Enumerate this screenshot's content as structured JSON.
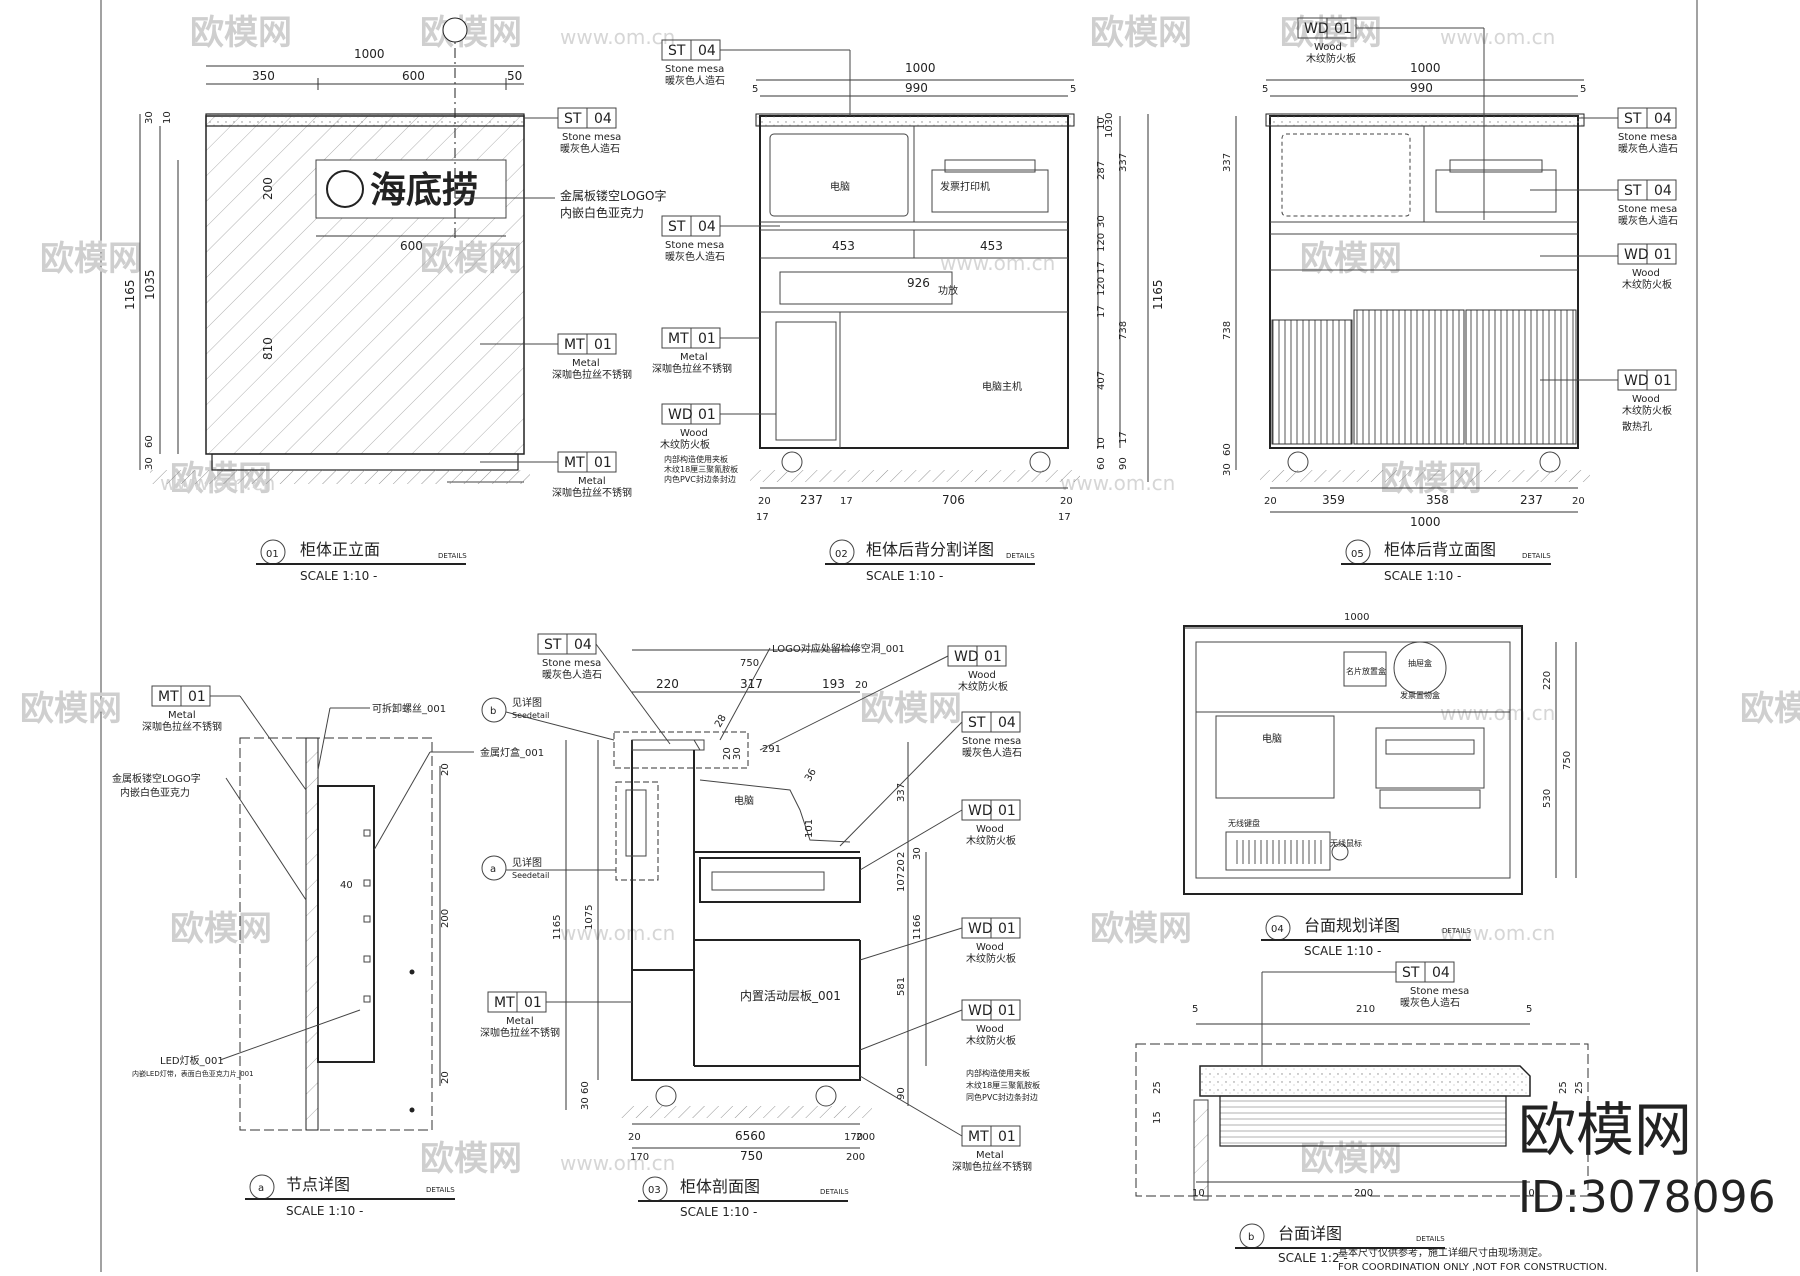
{
  "watermarks": {
    "brand": "欧模网",
    "url": "www.om.cn",
    "url_short": "om.cn"
  },
  "corner_logo": {
    "text": "欧模网",
    "id": "ID:3078096"
  },
  "view01": {
    "num": "01",
    "title": "柜体正立面",
    "details": "DETAILS",
    "scale": "SCALE  1:10  -",
    "dims": {
      "total": "1000",
      "d1": "350",
      "d2": "600",
      "d3": "50",
      "logo_w": "600",
      "h_total": "1165",
      "h1": "1035",
      "h_logo": "200",
      "h2": "810",
      "t30": "30",
      "t10": "10",
      "b30": "30",
      "b60": "60"
    },
    "logo_text": "海底捞",
    "callouts": [
      {
        "code": "ST",
        "num": "04",
        "en": "Stone mesa",
        "cn": "暖灰色人造石"
      },
      {
        "code": "MT",
        "num": "01",
        "en": "Metal",
        "cn": "深咖色拉丝不锈钢"
      },
      {
        "code": "MT",
        "num": "01",
        "en": "Metal",
        "cn": "深咖色拉丝不锈钢"
      }
    ],
    "note_logo": [
      "金属板镂空LOGO字",
      "内嵌白色亚克力"
    ]
  },
  "view02": {
    "num": "02",
    "title": "柜体后背分割详图",
    "details": "DETAILS",
    "scale": "SCALE  1:10  -",
    "dims": {
      "total": "1000",
      "inner": "990",
      "e5a": "5",
      "e5b": "5",
      "w453a": "453",
      "w453b": "453",
      "w926": "926",
      "b20a": "20",
      "b237": "237",
      "b17": "17",
      "b706": "706",
      "b20b": "20",
      "bb17a": "17",
      "bb17b": "17",
      "h1030": "1030",
      "h10": "10",
      "h287": "287",
      "h337": "337",
      "h30": "30",
      "h120a": "120",
      "h17a": "17",
      "h120b": "120",
      "h17b": "17",
      "h738": "738",
      "h1165": "1165",
      "h407": "407",
      "h17c": "17",
      "h10b": "10",
      "h60": "60",
      "h90": "90"
    },
    "labels": {
      "computer": "电脑",
      "printer": "发票打印机",
      "power": "功放",
      "host": "电脑主机"
    },
    "callouts": [
      {
        "code": "ST",
        "num": "04",
        "en": "Stone mesa",
        "cn": "暖灰色人造石"
      },
      {
        "code": "ST",
        "num": "04",
        "en": "Stone mesa",
        "cn": "暖灰色人造石"
      },
      {
        "code": "MT",
        "num": "01",
        "en": "Metal",
        "cn": "深咖色拉丝不锈钢"
      },
      {
        "code": "WD",
        "num": "01",
        "en": "Wood",
        "cn": "木纹防火板"
      }
    ],
    "note": [
      "内部构造使用夹板",
      "木纹18厘三聚氰胺板",
      "内色PVC封边条封边"
    ]
  },
  "view05": {
    "num": "05",
    "title": "柜体后背立面图",
    "details": "DETAILS",
    "scale": "SCALE  1:10  -",
    "dims": {
      "total": "1000",
      "inner": "990",
      "e5a": "5",
      "e5b": "5",
      "b20a": "20",
      "b359": "359",
      "b358": "358",
      "b237": "237",
      "b20b": "20",
      "bottom_total": "1000",
      "h337": "337",
      "h738": "738",
      "b30": "30",
      "b60": "60"
    },
    "callouts": [
      {
        "code": "WD",
        "num": "01",
        "en": "Wood",
        "cn": "木纹防火板"
      },
      {
        "code": "ST",
        "num": "04",
        "en": "Stone mesa",
        "cn": "暖灰色人造石"
      },
      {
        "code": "ST",
        "num": "04",
        "en": "Stone mesa",
        "cn": "暖灰色人造石"
      },
      {
        "code": "WD",
        "num": "01",
        "en": "Wood",
        "cn": "木纹防火板"
      },
      {
        "code": "WD",
        "num": "01",
        "en": "Wood",
        "cn": "木纹防火板"
      }
    ],
    "vent": "散热孔"
  },
  "viewA": {
    "num": "a",
    "title": "节点详图",
    "details": "DETAILS",
    "scale": "SCALE  1:10  -",
    "dims": {
      "t20": "20",
      "h200": "200",
      "b20": "20",
      "w40": "40"
    },
    "callout": {
      "code": "MT",
      "num": "01",
      "en": "Metal",
      "cn": "深咖色拉丝不锈钢"
    },
    "notes": {
      "screw": "可拆卸螺丝_001",
      "lightbox": "金属灯盒_001",
      "logo": [
        "金属板镂空LOGO字",
        "内嵌白色亚克力"
      ],
      "led": "LED灯板_001",
      "led_sub": "内嵌LED灯带，表面白色亚克力片_001"
    }
  },
  "view03": {
    "num": "03",
    "title": "柜体剖面图",
    "details": "DETAILS",
    "scale": "SCALE  1:10  -",
    "dims": {
      "top750": "750",
      "w220": "220",
      "w317": "317",
      "w193": "193",
      "w20": "20",
      "a28": "28",
      "a20": "20",
      "a30": "30",
      "a291": "291",
      "a36": "36",
      "a101": "101",
      "h1165": "1165",
      "h1075": "1075",
      "h337": "337",
      "h20a": "20",
      "h2": "2",
      "h30": "30",
      "h107": "107",
      "h1166": "1166",
      "h581": "581",
      "h90": "90",
      "h30b": "30",
      "h60": "60",
      "b20": "20",
      "b6560": "6560",
      "b170": "170",
      "b200": "200",
      "b170b": "170",
      "b750": "750",
      "b200b": "200"
    },
    "labels": {
      "seedetail_b": "见详图",
      "seedetail_b_en": "Seedetail",
      "seedetail_a": "见详图",
      "seedetail_a_en": "Seedetail",
      "logo_hole": "LOGO对应处留检修空洞_001",
      "computer": "电脑",
      "shelf": "内置活动层板_001"
    },
    "callouts": [
      {
        "code": "ST",
        "num": "04",
        "en": "Stone mesa",
        "cn": "暖灰色人造石"
      },
      {
        "code": "WD",
        "num": "01",
        "en": "Wood",
        "cn": "木纹防火板"
      },
      {
        "code": "ST",
        "num": "04",
        "en": "Stone mesa",
        "cn": "暖灰色人造石"
      },
      {
        "code": "WD",
        "num": "01",
        "en": "Wood",
        "cn": "木纹防火板"
      },
      {
        "code": "WD",
        "num": "01",
        "en": "Wood",
        "cn": "木纹防火板"
      },
      {
        "code": "WD",
        "num": "01",
        "en": "Wood",
        "cn": "木纹防火板"
      },
      {
        "code": "MT",
        "num": "01",
        "en": "Metal",
        "cn": "深咖色拉丝不锈钢"
      },
      {
        "code": "MT",
        "num": "01",
        "en": "Metal",
        "cn": "深咖色拉丝不锈钢"
      }
    ],
    "note": [
      "内部构造使用夹板",
      "木纹18厘三聚氰胺板",
      "同色PVC封边条封边"
    ]
  },
  "view04": {
    "num": "04",
    "title": "台面规划详图",
    "details": "DETAILS",
    "scale": "SCALE  1:10  -",
    "dims": {
      "w1000": "1000",
      "h220": "220",
      "h530": "530",
      "h750": "750"
    },
    "labels": {
      "card": "名片放置盒",
      "drawer": "抽屉盒",
      "storage": "发票置物盒",
      "computer": "电脑",
      "keyboard": "无线键盘",
      "mouse": "无线鼠标"
    }
  },
  "viewB": {
    "num": "b",
    "title": "台面详图",
    "details": "DETAILS",
    "scale": "SCALE  1:2  -",
    "dims": {
      "w210": "210",
      "e5a": "5",
      "e5b": "5",
      "w200": "200",
      "e10a": "10",
      "e10b": "10",
      "h25a": "25",
      "h25b": "25",
      "h15": "15",
      "h25c": "25"
    },
    "callout": {
      "code": "ST",
      "num": "04",
      "en": "Stone mesa",
      "cn": "暖灰色人造石"
    }
  },
  "footer_note": [
    "基本尺寸仅供参考，施工详细尺寸由现场测定。",
    "FOR COORDINATION ONLY ,NOT FOR CONSTRUCTION."
  ]
}
